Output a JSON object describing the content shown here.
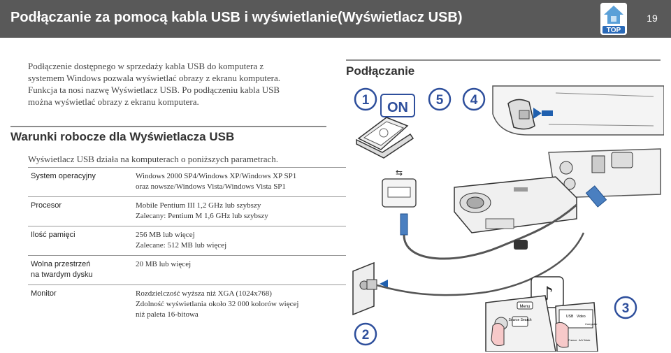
{
  "header": {
    "title": "Podłączanie za pomocą kabla USB i wyświetlanie(Wyświetlacz USB)",
    "top_label": "TOP",
    "page_number": "19"
  },
  "intro": {
    "lines": [
      "Podłączenie dostępnego w sprzedaży kabla USB do komputera z",
      "systemem Windows pozwala wyświetlać obrazy z ekranu komputera.",
      "Funkcja ta nosi nazwę Wyświetlacz USB. Po podłączeniu kabla USB",
      "można wyświetlać obrazy z ekranu komputera."
    ]
  },
  "requirements": {
    "title": "Warunki robocze dla Wyświetlacza USB",
    "intro": "Wyświetlacz USB działa na komputerach o poniższych parametrach.",
    "rows": [
      {
        "label": [
          "System operacyjny"
        ],
        "value": [
          "Windows 2000 SP4/Windows XP/Windows XP SP1",
          "oraz nowsze/Windows Vista/Windows Vista SP1"
        ]
      },
      {
        "label": [
          "Procesor"
        ],
        "value": [
          "Mobile Pentium III 1,2 GHz lub szybszy",
          "Zalecany: Pentium M 1,6 GHz lub szybszy"
        ]
      },
      {
        "label": [
          "Ilość pamięci"
        ],
        "value": [
          "256 MB lub więcej",
          "Zalecane: 512 MB lub więcej"
        ]
      },
      {
        "label": [
          "Wolna przestrzeń",
          "na twardym dysku"
        ],
        "value": [
          "20 MB lub więcej"
        ]
      },
      {
        "label": [
          "Monitor"
        ],
        "value": [
          "Rozdzielczość wyższa niż XGA (1024x768)",
          "Zdolność wyświetlania około 32 000 kolorów więcej",
          "niż paleta 16-bitowa"
        ]
      }
    ]
  },
  "connection": {
    "title": "Podłączanie",
    "steps": {
      "s1": "1",
      "on": "ON",
      "s5": "5",
      "s4": "4",
      "s2": "2",
      "s3": "3"
    },
    "remote_labels": {
      "menu": "Menu",
      "source_search": "Source Search",
      "usb": "USB",
      "video": "Video",
      "computer": "Computer",
      "freeze": "Freeze",
      "a_v_mute": "A/V Mute"
    }
  },
  "colors": {
    "header_bg": "#595959",
    "step_circle": "#2e4f9c",
    "accent_blue": "#1f5fae"
  }
}
